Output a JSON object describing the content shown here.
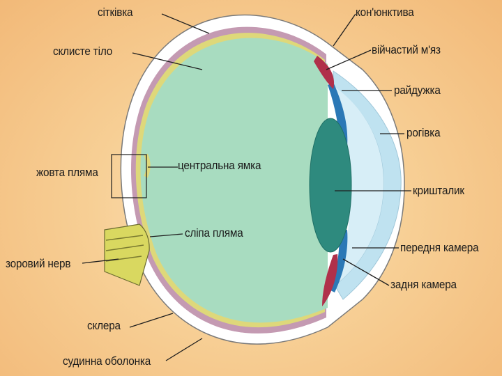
{
  "diagram": {
    "labels": {
      "retina": "сітківка",
      "vitreous_body": "склисте тіло",
      "macula": "жовта пляма",
      "fovea": "центральна ямка",
      "blind_spot": "сліпа пляма",
      "optic_nerve": "зоровий нерв",
      "sclera": "склера",
      "choroid": "судинна оболонка",
      "conjunctiva": "кон'юнктива",
      "ciliary_muscle": "війчастий м'яз",
      "iris": "райдужка",
      "cornea": "рогівка",
      "lens": "кришталик",
      "anterior_chamber": "передня камера",
      "posterior_chamber": "задня камера"
    },
    "colors": {
      "vitreous": "#a8dcc0",
      "lens": "#2e8a7e",
      "cornea": "#bfe2f0",
      "iris": "#2b78b6",
      "ciliary": "#b0304a",
      "sclera": "#ffffff",
      "choroid": "#c49ab2",
      "retina_layer": "#ded87a",
      "optic_nerve": "#d9d860",
      "leader": "#1e1e1e"
    }
  }
}
